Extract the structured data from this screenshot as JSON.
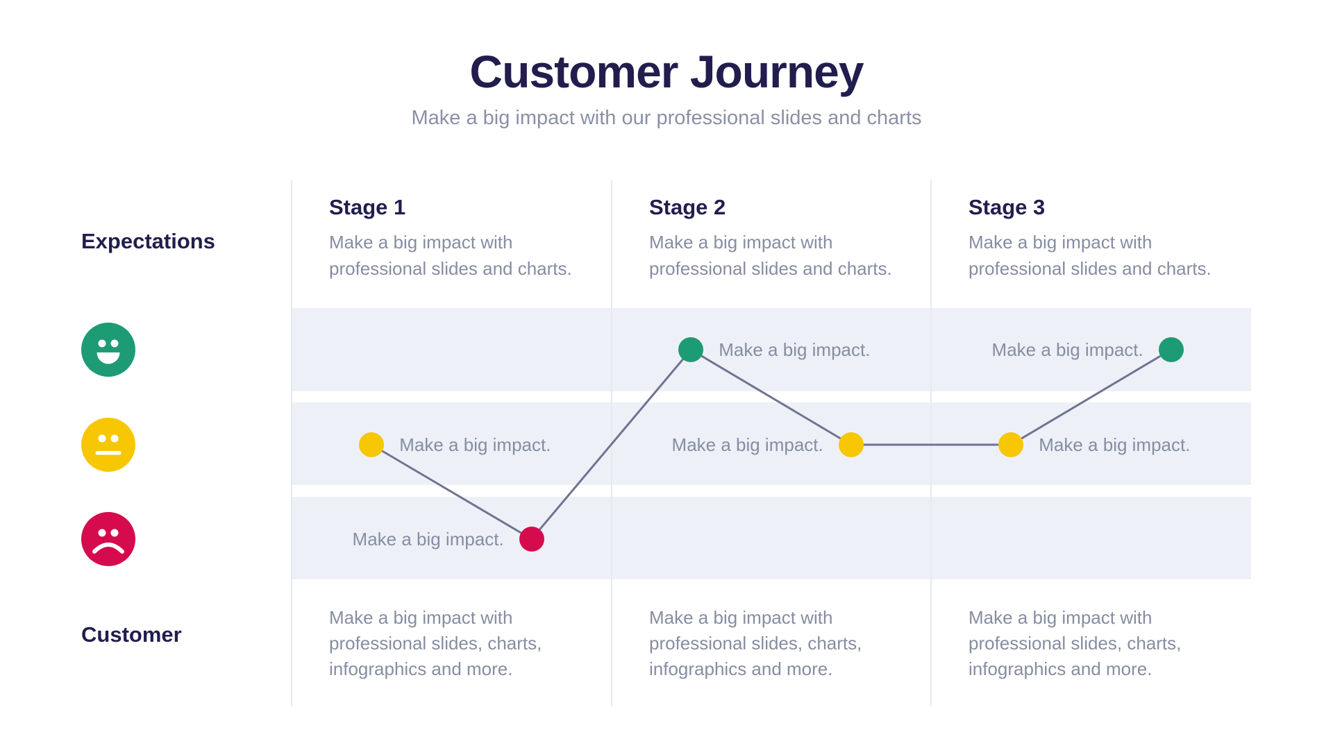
{
  "header": {
    "title": "Customer Journey",
    "subtitle": "Make a big impact with our professional slides and charts"
  },
  "rail": {
    "expectations_label": "Expectations",
    "customer_label": "Customer",
    "moods": [
      {
        "name": "happy",
        "color": "#1D9B74"
      },
      {
        "name": "neutral",
        "color": "#F7C704"
      },
      {
        "name": "sad",
        "color": "#D60B4E"
      }
    ]
  },
  "stages": [
    {
      "title": "Stage 1",
      "description": "Make a big impact with professional slides and charts.",
      "footer": "Make a big impact with professional slides, charts, infographics and more."
    },
    {
      "title": "Stage 2",
      "description": "Make a big impact with professional slides and charts.",
      "footer": "Make a big impact with professional slides, charts, infographics and more."
    },
    {
      "title": "Stage 3",
      "description": "Make a big impact with professional slides and charts.",
      "footer": "Make a big impact with professional slides, charts, infographics and more."
    }
  ],
  "chart_data": {
    "type": "line",
    "title": "Customer Journey",
    "x_categories": [
      "Stage 1",
      "Stage 2",
      "Stage 3"
    ],
    "y_levels": [
      "happy",
      "neutral",
      "sad"
    ],
    "points_per_stage": 2,
    "points": [
      {
        "stage": "Stage 1",
        "stage_index": 0,
        "position": 1,
        "level": "neutral",
        "label": "Make a big impact.",
        "label_side": "right",
        "color": "#F7C704"
      },
      {
        "stage": "Stage 1",
        "stage_index": 0,
        "position": 2,
        "level": "sad",
        "label": "Make a big impact.",
        "label_side": "left",
        "color": "#D60B4E"
      },
      {
        "stage": "Stage 2",
        "stage_index": 1,
        "position": 1,
        "level": "happy",
        "label": "Make a big impact.",
        "label_side": "right",
        "color": "#1D9B74"
      },
      {
        "stage": "Stage 2",
        "stage_index": 1,
        "position": 2,
        "level": "neutral",
        "label": "Make a big impact.",
        "label_side": "left",
        "color": "#F7C704"
      },
      {
        "stage": "Stage 3",
        "stage_index": 2,
        "position": 1,
        "level": "neutral",
        "label": "Make a big impact.",
        "label_side": "right",
        "color": "#F7C704"
      },
      {
        "stage": "Stage 3",
        "stage_index": 2,
        "position": 2,
        "level": "happy",
        "label": "Make a big impact.",
        "label_side": "left",
        "color": "#1D9B74"
      }
    ],
    "line_color": "#6E7490",
    "band_color": "#EDF1F7",
    "legend_position": "left",
    "grid": false
  },
  "colors": {
    "heading": "#211E4E",
    "body_text": "#868DA2",
    "background": "#FFFFFF"
  }
}
